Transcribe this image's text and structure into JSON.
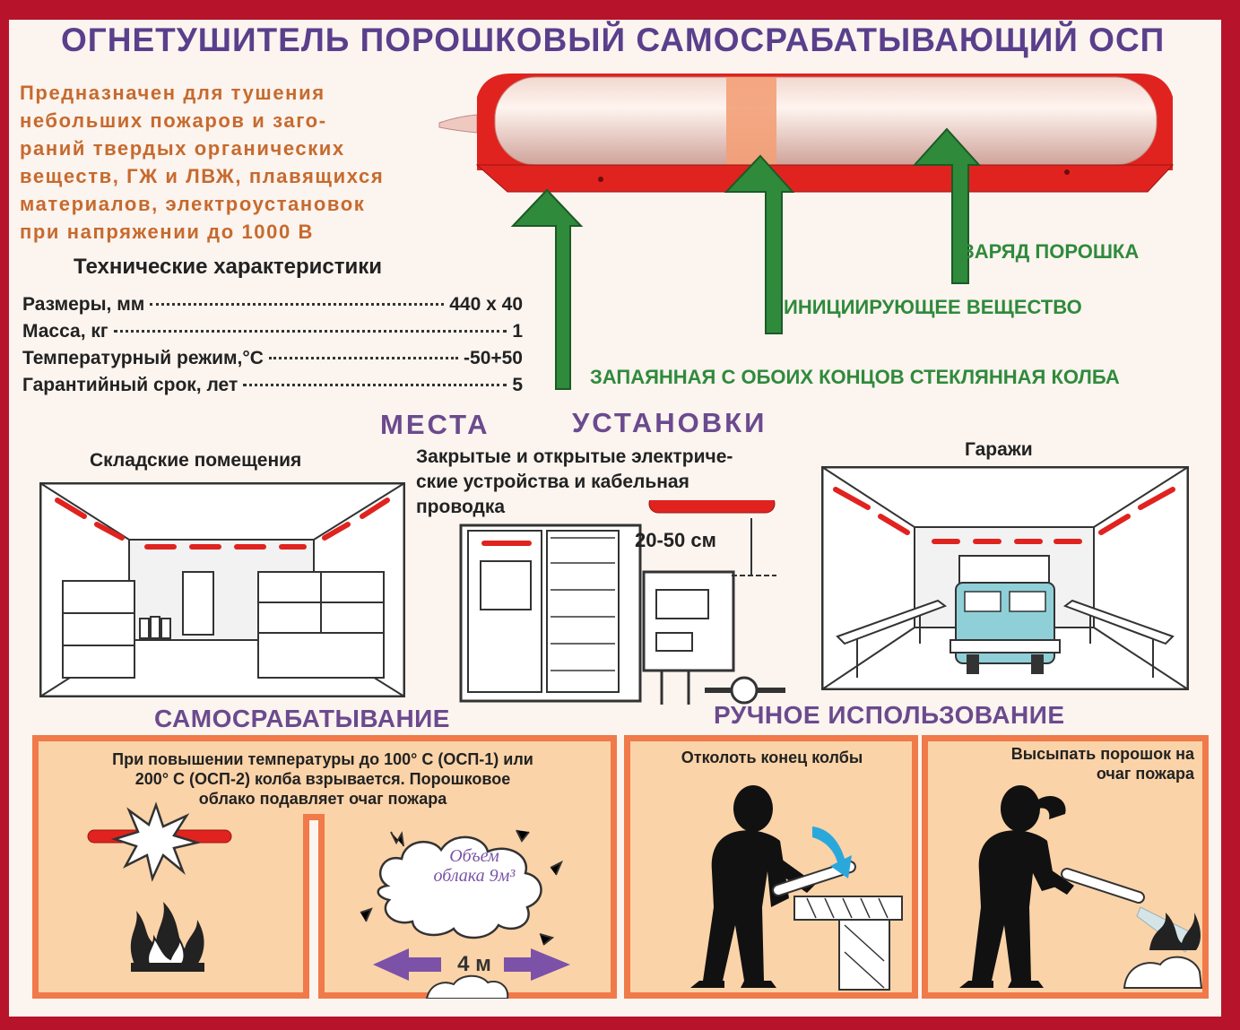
{
  "title": "ОГНЕТУШИТЕЛЬ ПОРОШКОВЫЙ САМОСРАБАТЫВАЮЩИЙ ОСП",
  "purpose_lines": [
    "Предназначен для тушения",
    "небольших пожаров и заго-",
    "раний твердых органических",
    "веществ, ГЖ и ЛВЖ, плавящихся",
    "материалов, электроустановок",
    "при напряжении  до  1000 В"
  ],
  "specs": {
    "title": "Технические характеристики",
    "rows": [
      {
        "label": "Размеры, мм",
        "value": "440 х 40"
      },
      {
        "label": "Масса, кг",
        "value": "1"
      },
      {
        "label": "Температурный режим,°С",
        "value": "-50+50"
      },
      {
        "label": "Гарантийный срок, лет",
        "value": "5"
      }
    ]
  },
  "device_labels": {
    "powder": "ЗАРЯД ПОРОШКА",
    "initiator": "ИНИЦИИРУЮЩЕЕ ВЕЩЕСТВО",
    "flask": "ЗАПАЯННАЯ С ОБОИХ КОНЦОВ СТЕКЛЯННАЯ КОЛБА"
  },
  "install": {
    "heading_left": "МЕСТА",
    "heading_right": "УСТАНОВКИ",
    "warehouse": "Складские помещения",
    "electrical_lines": [
      "Закрытые и открытые электриче-",
      "ские устройства и кабельная",
      "проводка"
    ],
    "distance": "20-50 см",
    "garages": "Гаражи"
  },
  "auto": {
    "heading": "САМОСРАБАТЫВАНИЕ",
    "text_lines": [
      "При повышении температуры до 100° С (ОСП-1) или",
      "200° С (ОСП-2) колба взрывается. Порошковое",
      "облако подавляет очаг пожара"
    ],
    "cloud_lines": [
      "Объем",
      "облака 9м³"
    ],
    "width": "4 м"
  },
  "manual": {
    "heading": "РУЧНОЕ ИСПОЛЬЗОВАНИЕ",
    "step1": "Отколоть конец колбы",
    "step2_lines": [
      "Высыпать порошок на",
      "очаг пожара"
    ]
  },
  "colors": {
    "frame": "#b7132a",
    "title": "#5a3f8c",
    "purpose_text": "#c76a2e",
    "arrow_green": "#2f8a3b",
    "panel_fill": "#fbd3a8",
    "panel_border": "#f07a4a",
    "extinguisher_red": "#e0231f"
  }
}
